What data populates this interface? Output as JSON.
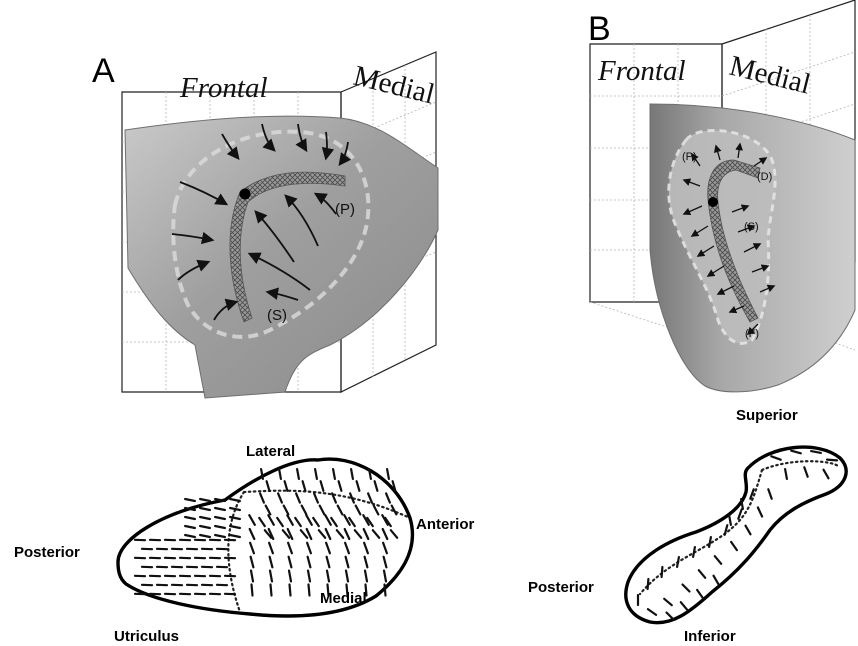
{
  "panel_a": {
    "letter": "A",
    "box_front_label": "Frontal",
    "box_side_label": "Medial",
    "region_p": "(P)",
    "region_s": "(S)"
  },
  "panel_b": {
    "letter": "B",
    "box_front_label": "Frontal",
    "box_side_label": "Medial",
    "region_p": "(P)",
    "region_d": "(D)",
    "region_s": "(S)",
    "region_f": "(F)"
  },
  "utriculus": {
    "lateral": "Lateral",
    "anterior": "Anterior",
    "posterior": "Posterior",
    "medial": "Medial",
    "name": "Utriculus"
  },
  "sacculus": {
    "superior": "Superior",
    "posterior": "Posterior",
    "inferior": "Inferior"
  }
}
